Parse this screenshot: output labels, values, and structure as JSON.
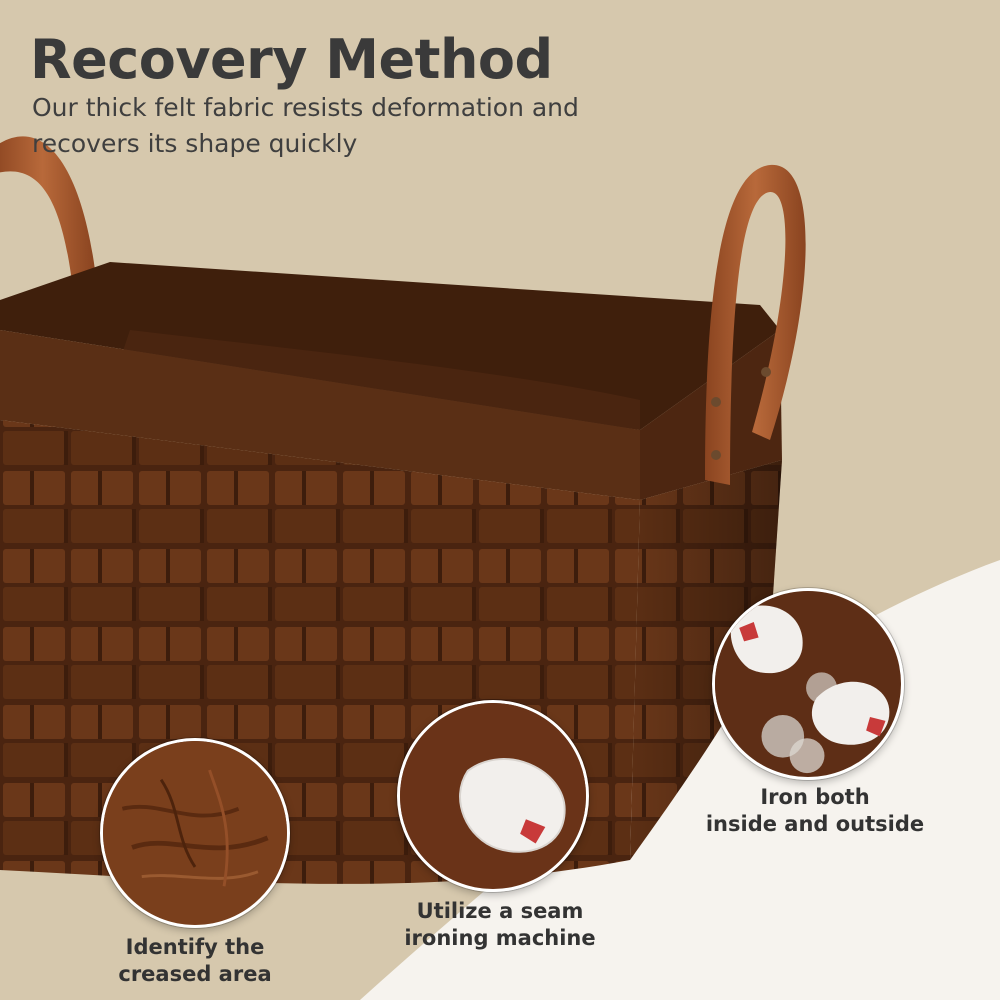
{
  "header": {
    "title": "Recovery Method",
    "subtitle": "Our thick felt fabric resists deformation and recovers its shape quickly"
  },
  "steps": [
    {
      "label_line1": "Identify the",
      "label_line2": "creased area",
      "icon": "creased-felt-closeup"
    },
    {
      "label_line1": "Utilize a seam",
      "label_line2": "ironing machine",
      "icon": "steam-iron-head"
    },
    {
      "label_line1": "Iron both",
      "label_line2": "inside and outside",
      "icon": "steam-iron-with-steam"
    }
  ],
  "colors": {
    "background_warm": "#d6c8ad",
    "background_light": "#f6f3ee",
    "felt_brown": "#5a2f15",
    "leather_handle": "#a5582b",
    "text_dark": "#3a3a3a"
  }
}
